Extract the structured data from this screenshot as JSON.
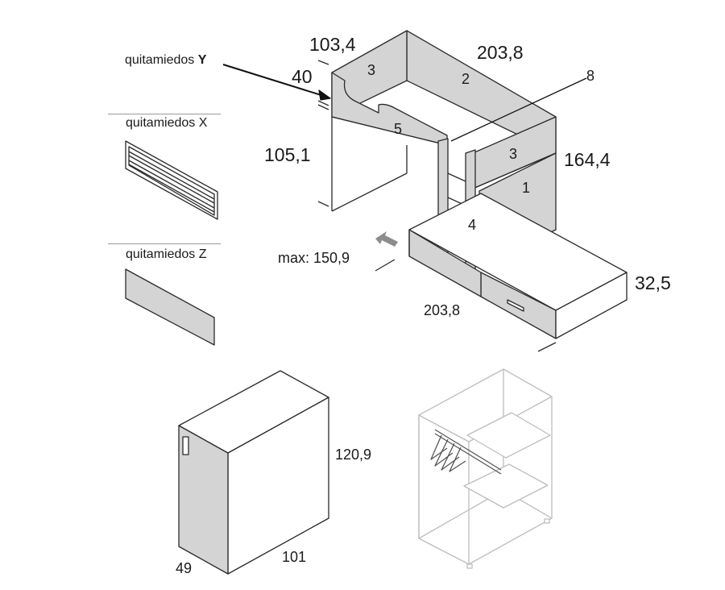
{
  "guardrails": {
    "y_label": "quitamiedos",
    "y_letter": "Y",
    "x_label": "quitamiedos X",
    "z_label": "quitamiedos Z"
  },
  "bed": {
    "dims": {
      "depth_top": "103,4",
      "length_top": "203,8",
      "guard_height": "40",
      "upper_height": "105,1",
      "total_height": "164,4",
      "lower_height": "32,5",
      "length_bottom": "203,8",
      "max_extension": "max: 150,9"
    },
    "parts": {
      "p1": "1",
      "p2": "2",
      "p3a": "3",
      "p3b": "3",
      "p4": "4",
      "p5": "5",
      "p8": "8"
    }
  },
  "wardrobe": {
    "height": "120,9",
    "depth": "49",
    "width": "101"
  },
  "colors": {
    "panel_fill": "#d4d4d4",
    "line": "#2a2a2a",
    "faint_line": "#bdbdbd",
    "arrow_fill": "#8c8c8c"
  }
}
